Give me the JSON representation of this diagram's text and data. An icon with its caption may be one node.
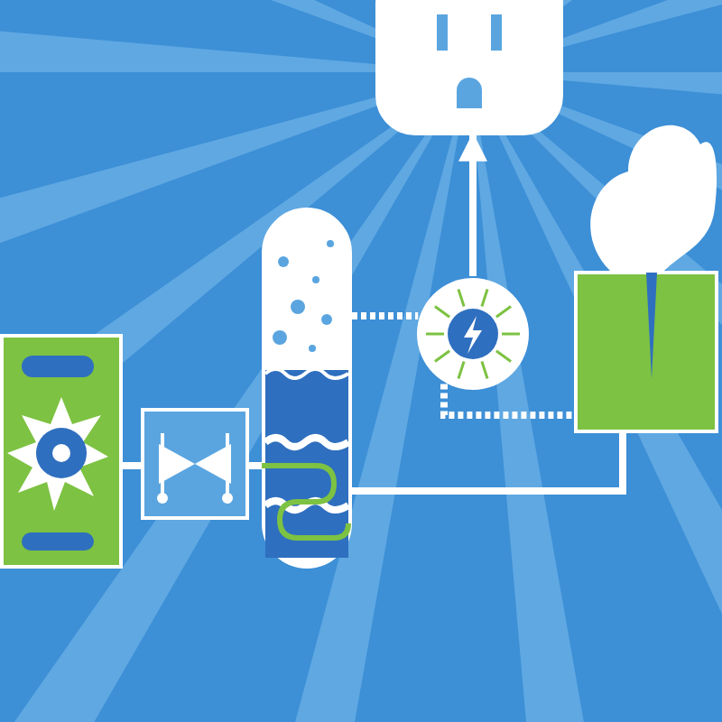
{
  "diagram": {
    "nodes": [
      {
        "text": [],
        "shape": "box"
      },
      {
        "text": [],
        "shape": "box"
      },
      {
        "text": [],
        "shape": "cylinder"
      },
      {
        "text": [],
        "shape": "circle"
      },
      {
        "text": [],
        "shape": "picture"
      },
      {
        "text": [],
        "shape": "picture"
      }
    ],
    "edges": [
      {
        "from": 0,
        "to": 1,
        "arrow": "none"
      },
      {
        "from": 1,
        "to": 2,
        "arrow": "none"
      },
      {
        "from": 2,
        "to": 3,
        "arrow": "none",
        "style": "dashed"
      },
      {
        "from": 3,
        "to": 4,
        "arrow": "to"
      },
      {
        "from": 3,
        "to": 5,
        "arrow": "none",
        "style": "dashed"
      },
      {
        "from": 5,
        "to": 2,
        "arrow": "none"
      }
    ]
  }
}
